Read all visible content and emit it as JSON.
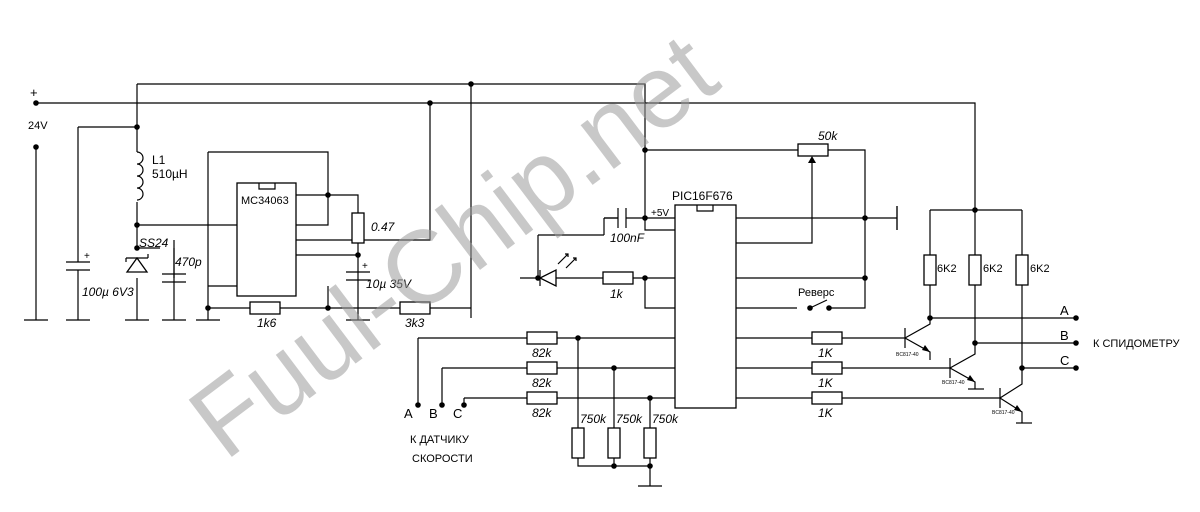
{
  "power": {
    "plus": "+",
    "voltage": "24V"
  },
  "inductor": {
    "ref": "L1",
    "value": "510µH"
  },
  "diode": {
    "ref": "SS24"
  },
  "caps": {
    "c_in": "100µ 6V3",
    "c_timing": "470p",
    "c_out": "10µ 35V",
    "c_pic": "100nF"
  },
  "plus_marks": [
    "+",
    "+"
  ],
  "regulator": {
    "ic": "MC34063"
  },
  "resistors": {
    "r_sense": "0.47",
    "r_fb1": "1k6",
    "r_fb2": "3k3",
    "r_led": "1k",
    "pot": "50k",
    "r_in": [
      "82k",
      "82k",
      "82k"
    ],
    "r_pd": [
      "750k",
      "750k",
      "750k"
    ],
    "r_base": [
      "1K",
      "1K",
      "1K"
    ],
    "r_pullup": [
      "6K2",
      "6K2",
      "6K2"
    ]
  },
  "mcu": {
    "ic": "PIC16F676",
    "vcc": "+5V"
  },
  "switch": {
    "label": "Реверс"
  },
  "inputs": {
    "labels": [
      "A",
      "B",
      "C"
    ],
    "caption_1": "К ДАТЧИКУ",
    "caption_2": "СКОРОСТИ"
  },
  "outputs": {
    "labels": [
      "A",
      "B",
      "C"
    ],
    "caption": "К СПИДОМЕТРУ"
  },
  "transistors": [
    "BC817-40",
    "BC817-40",
    "BC817-40"
  ],
  "watermark": "Fuul-Chip.net"
}
